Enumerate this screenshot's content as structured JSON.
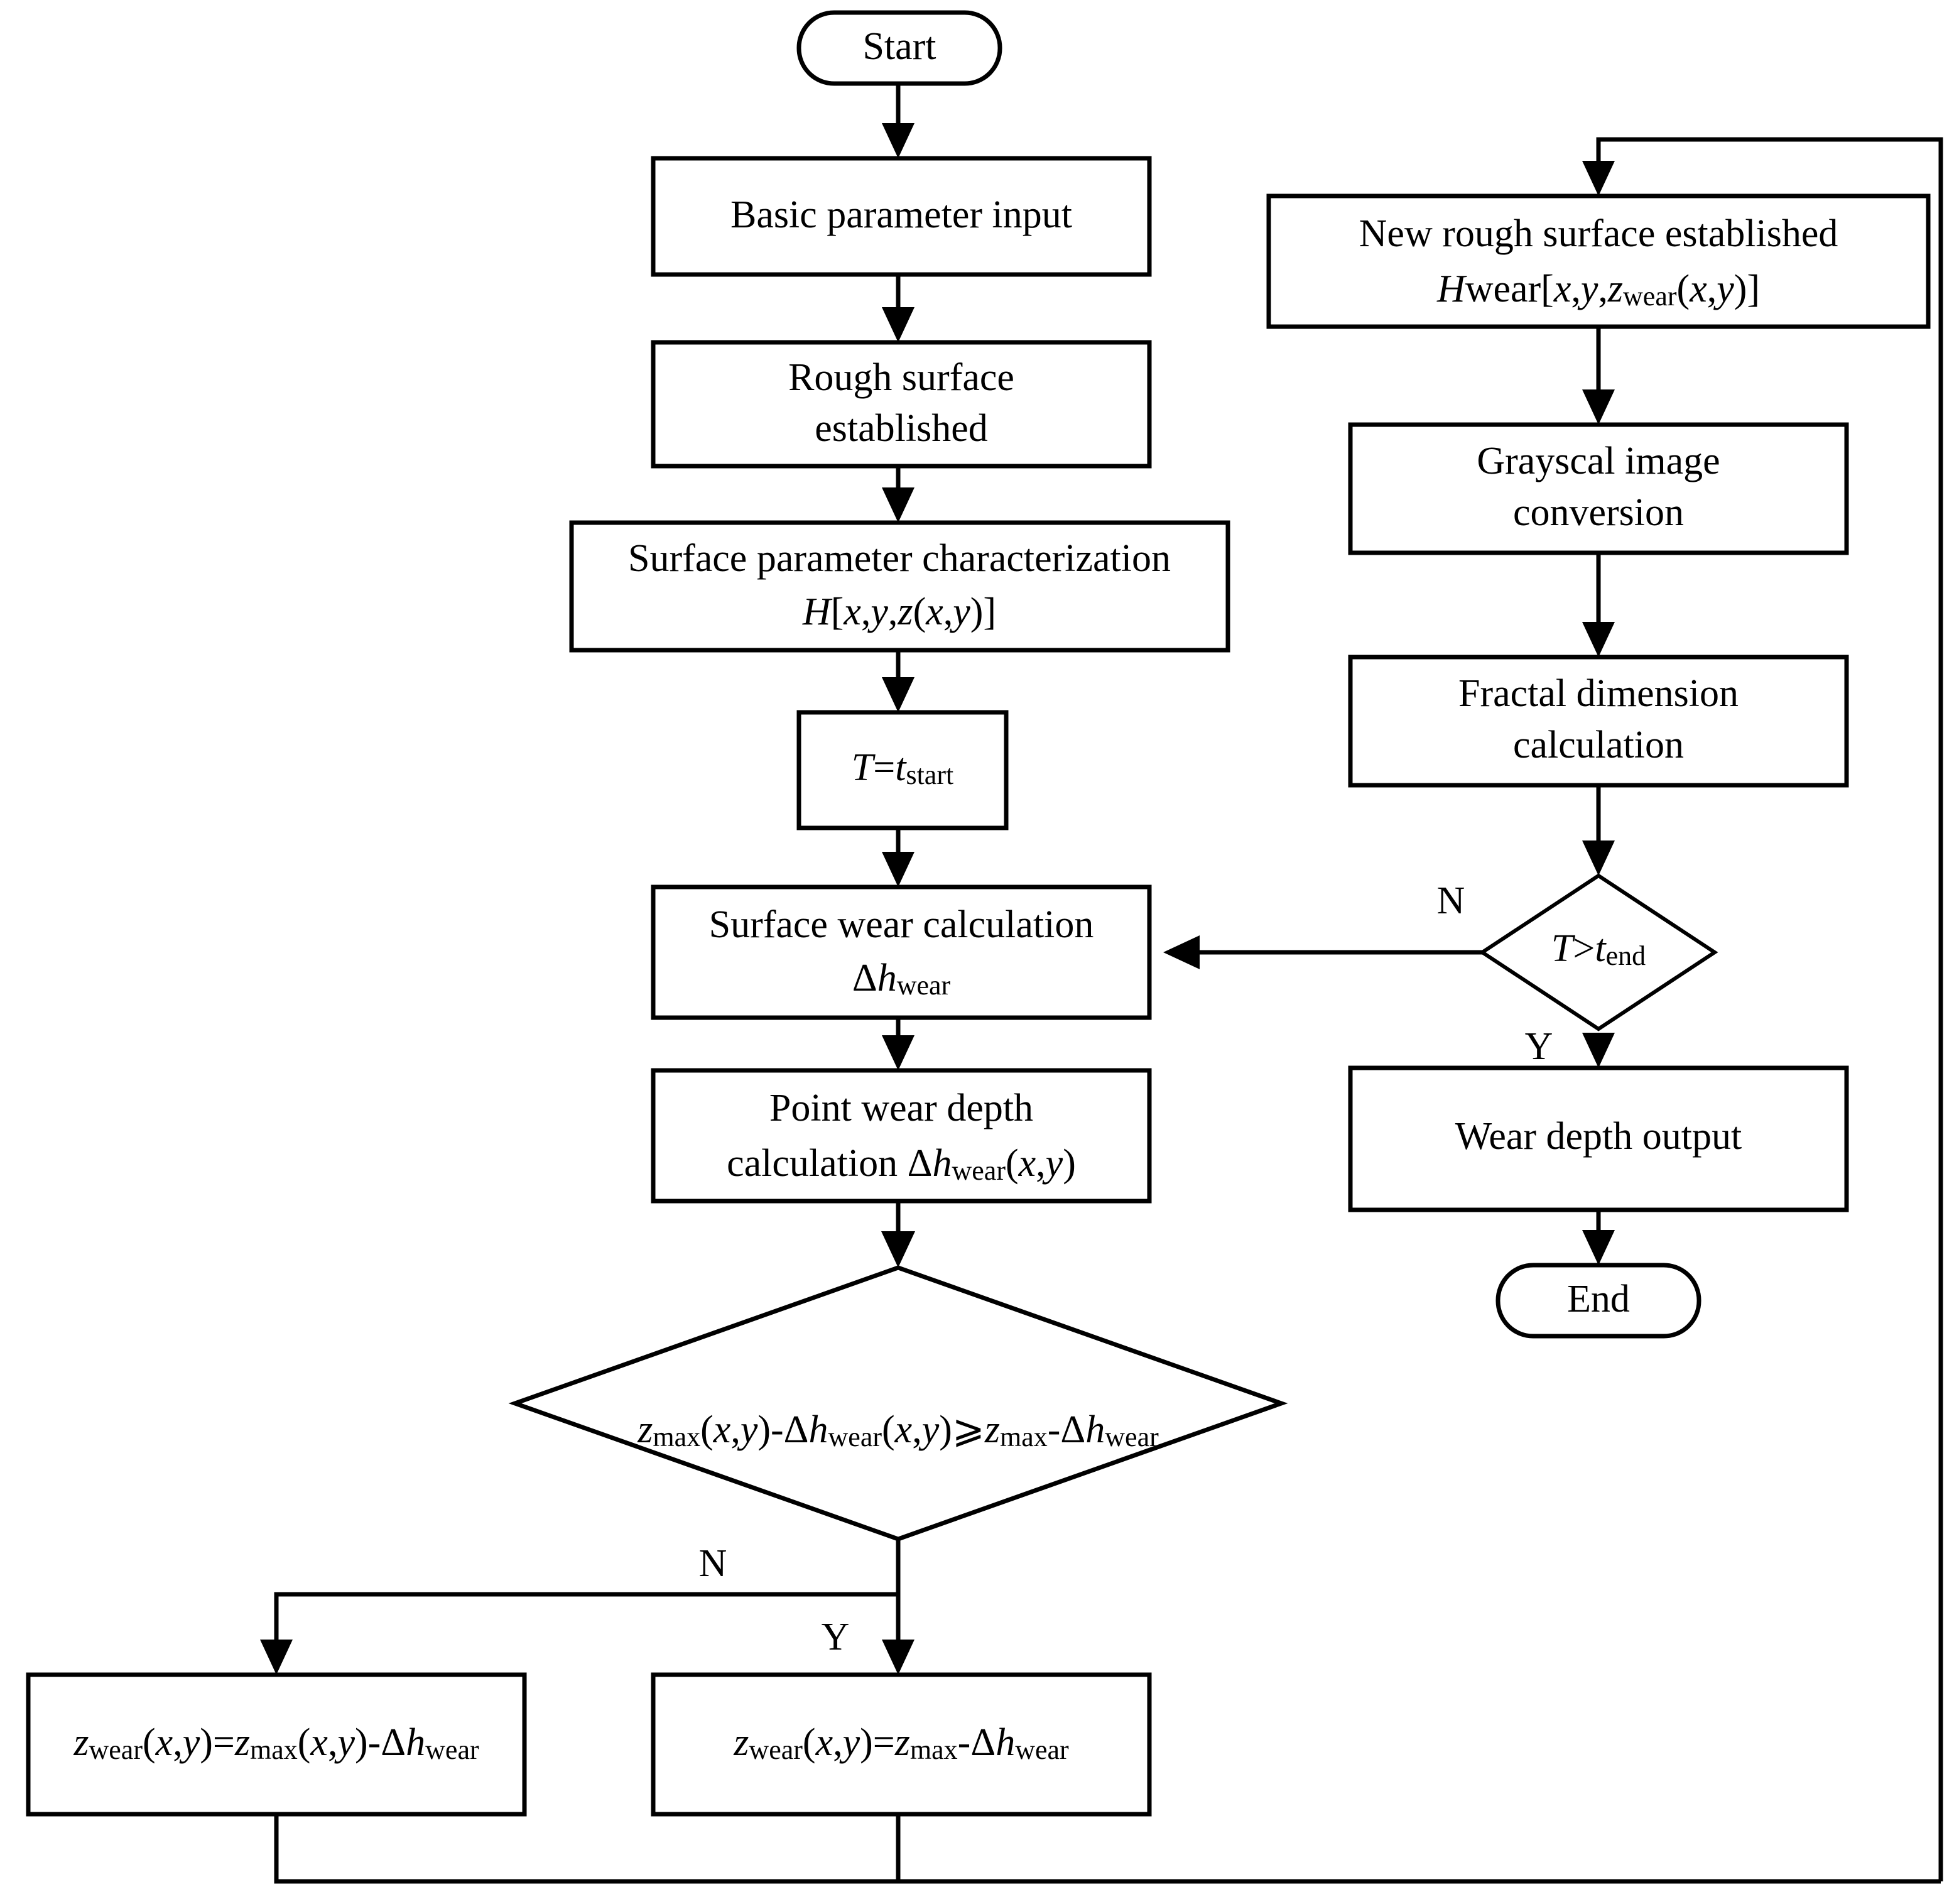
{
  "diagram": {
    "title": "Surface wear simulation flowchart",
    "colors": {
      "stroke": "#000000",
      "fill": "#ffffff",
      "background": "#ffffff"
    },
    "nodes": {
      "start": {
        "label": "Start",
        "shape": "terminator"
      },
      "basic_parameter_input": {
        "label": "Basic parameter input",
        "shape": "process"
      },
      "rough_surface_established_l1": {
        "label": "Rough surface",
        "shape": "process"
      },
      "rough_surface_established_l2": {
        "label": "established"
      },
      "surface_parameter_characterization_l1": {
        "label": "Surface parameter characterization",
        "shape": "process"
      },
      "surface_parameter_characterization_l2": {
        "label": "H[x,y,z(x,y)]"
      },
      "time_init": {
        "label": "T=tstart",
        "shape": "process"
      },
      "surface_wear_calculation_l1": {
        "label": "Surface wear calculation",
        "shape": "process"
      },
      "surface_wear_calculation_l2": {
        "label": "Δhwear"
      },
      "point_wear_depth_l1": {
        "label": "Point wear depth",
        "shape": "process"
      },
      "point_wear_depth_l2": {
        "label": "calculation Δhwear(x,y)"
      },
      "wear_condition_decision": {
        "label": "zmax(x,y)-Δhwear(x,y)⩾zmax-Δhwear",
        "shape": "decision"
      },
      "assign_wear_pointwise": {
        "label": "zwear(x,y)=zmax(x,y)-Δhwear",
        "shape": "process"
      },
      "assign_wear_uniform": {
        "label": "zwear(x,y)=zmax-Δhwear",
        "shape": "process"
      },
      "new_rough_surface_l1": {
        "label": "New rough surface established",
        "shape": "process"
      },
      "new_rough_surface_l2": {
        "label": "Hwear[x,y,zwear(x,y)]"
      },
      "grayscale_conversion_l1": {
        "label": "Grayscal image",
        "shape": "process"
      },
      "grayscale_conversion_l2": {
        "label": "conversion"
      },
      "fractal_dimension_l1": {
        "label": "Fractal dimension",
        "shape": "process"
      },
      "fractal_dimension_l2": {
        "label": "calculation"
      },
      "time_end_decision": {
        "label": "T>tend",
        "shape": "decision"
      },
      "wear_depth_output": {
        "label": "Wear depth output",
        "shape": "process"
      },
      "end": {
        "label": "End",
        "shape": "terminator"
      }
    },
    "branch_labels": {
      "wear_condition_no": "N",
      "wear_condition_yes": "Y",
      "time_end_no": "N",
      "time_end_yes": "Y"
    }
  }
}
